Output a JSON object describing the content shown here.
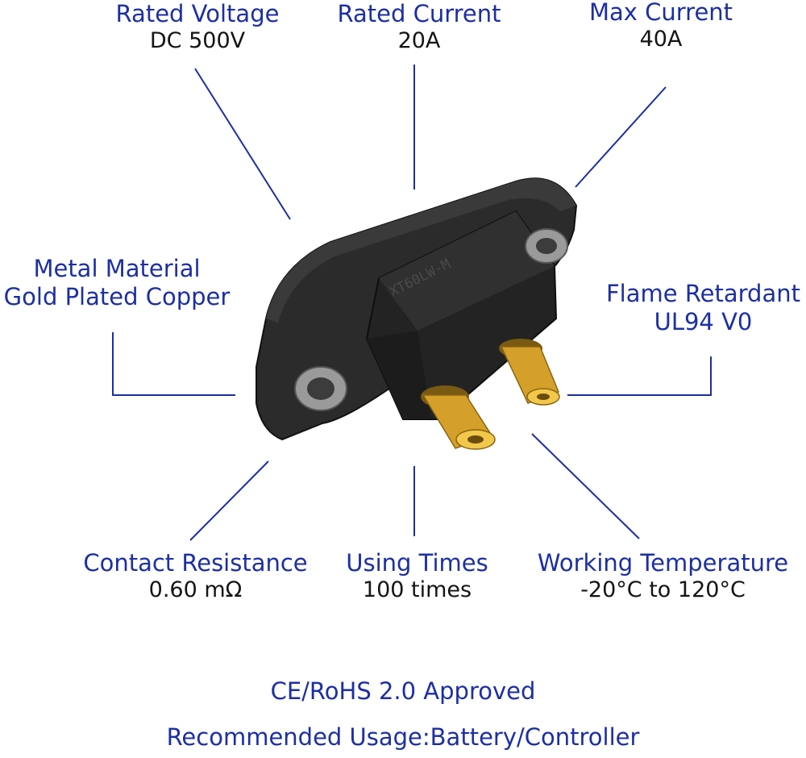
{
  "colors": {
    "label": "#1c2fa3",
    "value": "#141414",
    "leader_line": "#1c2fa3",
    "housing": "#262626",
    "pin": "#d4a02a"
  },
  "specs": {
    "rated_voltage": {
      "label": "Rated Voltage",
      "value": "DC 500V"
    },
    "rated_current": {
      "label": "Rated Current",
      "value": "20A"
    },
    "max_current": {
      "label": "Max Current",
      "value": "40A"
    },
    "metal_material": {
      "label": "Metal Material",
      "value": "Gold Plated Copper"
    },
    "flame_retardant": {
      "label": "Flame Retardant",
      "value": "UL94 V0"
    },
    "contact_resistance": {
      "label": "Contact Resistance",
      "value": "0.60 mΩ"
    },
    "using_times": {
      "label": "Using Times",
      "value": "100 times"
    },
    "working_temperature": {
      "label": "Working Temperature",
      "value": "-20°C to 120°C"
    }
  },
  "product": {
    "marking": "XT60LW-M"
  },
  "footer": {
    "certification": "CE/RoHS 2.0 Approved",
    "usage": "Recommended Usage:Battery/Controller"
  }
}
